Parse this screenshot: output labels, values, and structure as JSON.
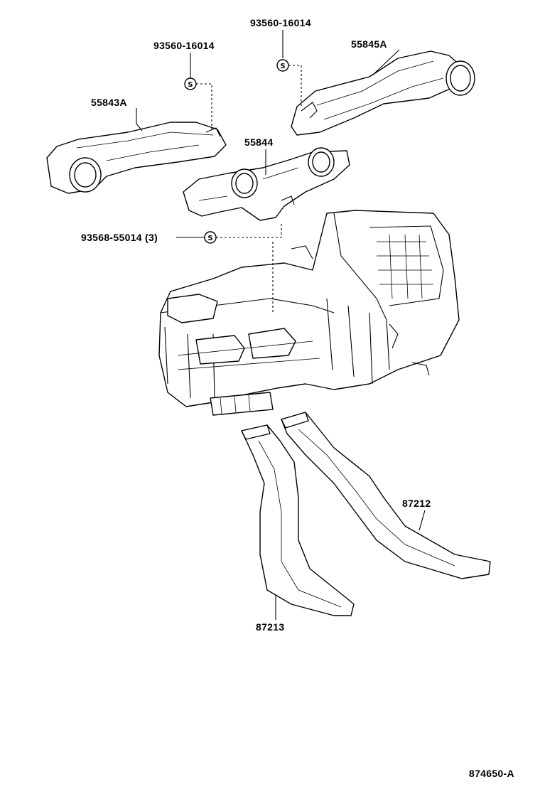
{
  "labels": {
    "screw_top_left": "93560-16014",
    "screw_top_right": "93560-16014",
    "duct_right_upper": "55845A",
    "duct_left_upper": "55843A",
    "center_duct": "55844",
    "screw_center": "93568-55014 (3)",
    "rear_duct_right": "87212",
    "rear_duct_left": "87213",
    "diagram_id": "874650-A"
  },
  "screw_symbol": "S"
}
